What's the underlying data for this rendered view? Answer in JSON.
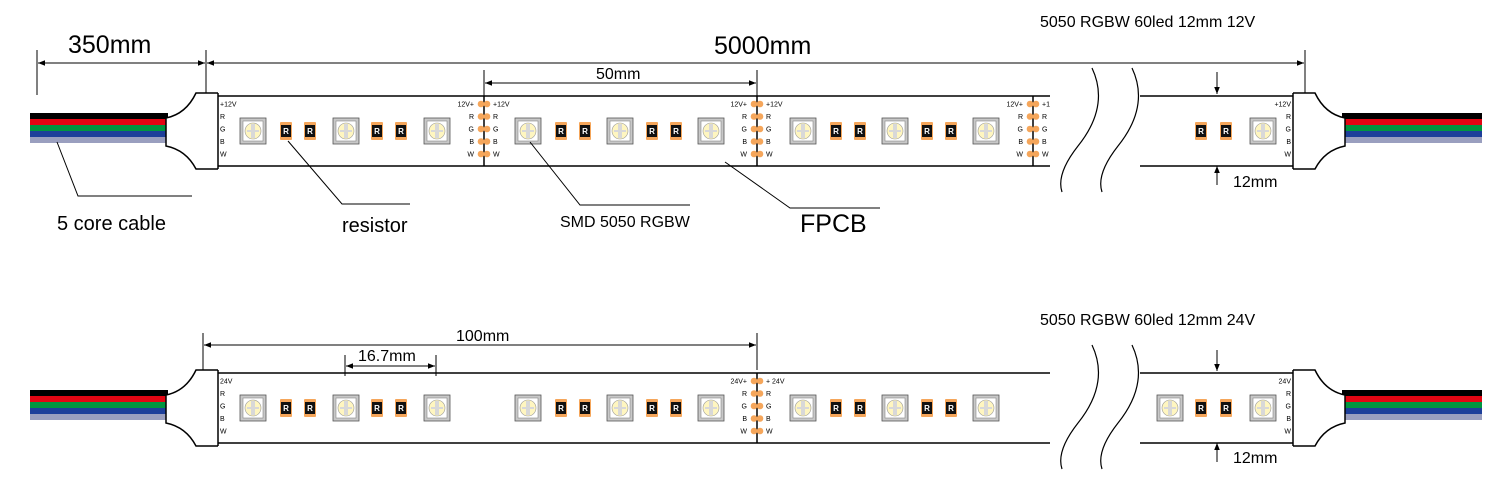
{
  "strips": [
    {
      "spec": "5050 RGBW  60led  12mm  12V",
      "cable_length": "350mm",
      "total_length": "5000mm",
      "segment_length": "50mm",
      "width": "12mm",
      "pad_voltage_left": "12V+",
      "pad_voltage_right": "+12V",
      "end_voltage": "+12V",
      "channels": [
        "R",
        "G",
        "B",
        "W"
      ],
      "callouts": {
        "cable": "5  core cable",
        "resistor": "resistor",
        "led": "SMD 5050 RGBW",
        "fpcb": "FPCB"
      },
      "resistor_label": "R"
    },
    {
      "spec": "5050 RGBW  60led  12mm  24V",
      "cut_length": "100mm",
      "pitch": "16.7mm",
      "width": "12mm",
      "pad_voltage_left": "24V+",
      "pad_voltage_right": "+ 24V",
      "end_voltage": "24V",
      "channels": [
        "R",
        "G",
        "B",
        "W"
      ],
      "resistor_label": "R"
    }
  ],
  "colors": {
    "cable_wires": [
      "#000000",
      "#e30613",
      "#009640",
      "#1d3f9a",
      "#9a9fbf"
    ],
    "pad": "#f5a65b",
    "led_body": "#c8c8c8",
    "led_core": "#fff6c0"
  }
}
